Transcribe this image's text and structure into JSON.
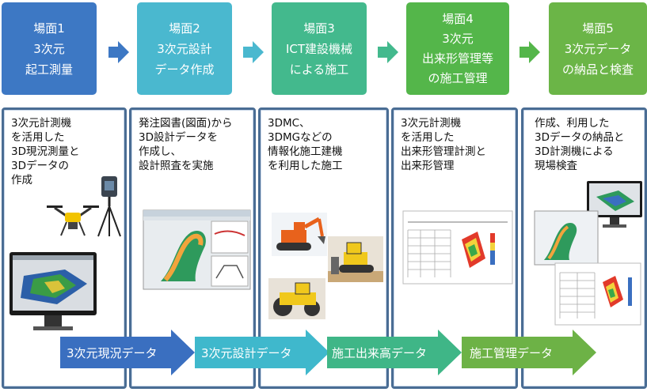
{
  "stages": [
    {
      "lines": [
        "場面1",
        "3次元",
        "起工測量"
      ],
      "color": "#3d78c4"
    },
    {
      "lines": [
        "場面2",
        "3次元設計",
        "データ作成"
      ],
      "color": "#4ab8cf"
    },
    {
      "lines": [
        "場面3",
        "ICT建設機械",
        "による施工"
      ],
      "color": "#43b98d"
    },
    {
      "lines": [
        "場面4",
        "3次元",
        "出来形管理等",
        "の施工管理"
      ],
      "color": "#54b64a"
    },
    {
      "lines": [
        "場面5",
        "3次元データ",
        "の納品と検査"
      ],
      "color": "#6bb547"
    }
  ],
  "cards": [
    {
      "lines": [
        "3次元計測機",
        "を活用した",
        "3D現況測量と",
        "3Dデータの",
        "作成"
      ]
    },
    {
      "lines": [
        "発注図書(図面)から",
        "3D設計データを",
        "作成し、",
        "設計照査を実施"
      ]
    },
    {
      "lines": [
        "3DMC、",
        "3DMGなどの",
        "情報化施工建機",
        "を利用した施工"
      ]
    },
    {
      "lines": [
        "3次元計測機",
        "を活用した",
        "出来形管理計測と",
        "出来形管理"
      ]
    },
    {
      "lines": [
        "作成、利用した",
        "3Dデータの納品と",
        "3D計測機による",
        "現場検査"
      ]
    }
  ],
  "flow_arrows": [
    {
      "label": "3次元現況データ",
      "color": "#3a6fc0"
    },
    {
      "label": "3次元設計データ",
      "color": "#3fb8cc"
    },
    {
      "label": "施工出来高データ",
      "color": "#3fb687"
    },
    {
      "label": "施工管理データ",
      "color": "#6db246"
    }
  ],
  "icons": {
    "scene1": [
      "drone-icon",
      "laser-scanner-icon",
      "monitor-icon"
    ],
    "scene2": [
      "cad-model-icon"
    ],
    "scene3": [
      "excavator-icon",
      "bulldozer-icon",
      "road-roller-icon"
    ],
    "scene4": [
      "inspection-sheet-icon"
    ],
    "scene5": [
      "monitor-icon",
      "report-sheet-icon"
    ]
  }
}
